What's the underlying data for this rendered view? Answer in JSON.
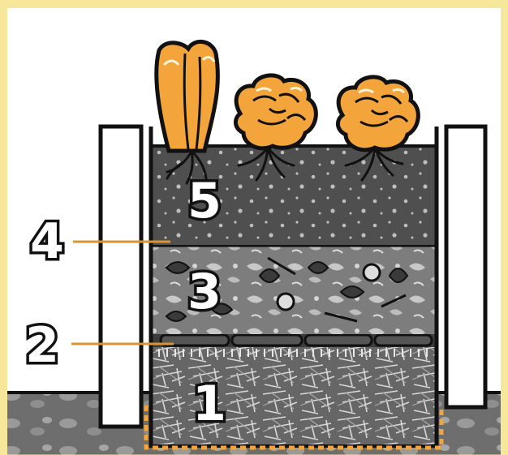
{
  "labels": {
    "layer_1": "1",
    "layer_2": "2",
    "layer_3": "3",
    "layer_4": "4",
    "layer_5": "5"
  },
  "colors": {
    "frame": "#f7e79a",
    "background": "#ffffff",
    "outline": "#111111",
    "leader_line": "#d99433",
    "flower": "#f3a53c",
    "topsoil": "#4f4f4f",
    "compost": "#8a8a8a",
    "straw": "#6a6a6a",
    "ground": "#6e6e6e",
    "board": "#ffffff"
  },
  "icons": {
    "plants": [
      "lettuce-icon",
      "rose-flower-icon",
      "rose-flower-icon"
    ]
  }
}
